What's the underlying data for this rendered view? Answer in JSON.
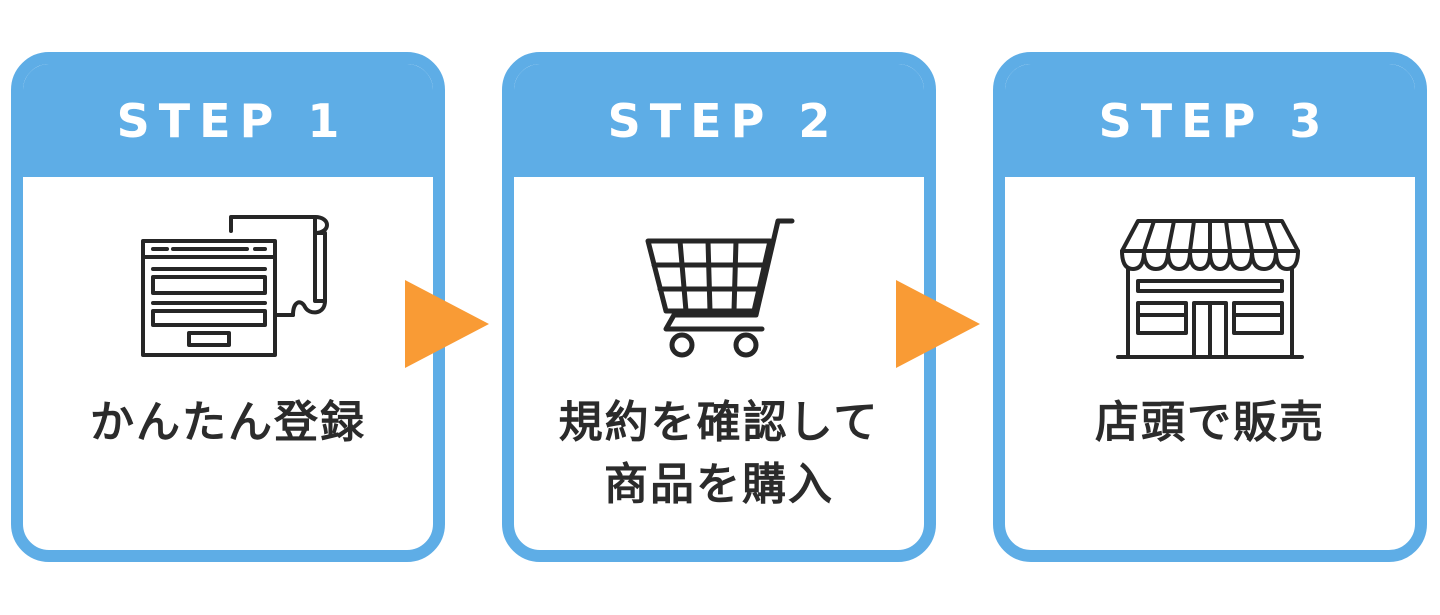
{
  "colors": {
    "card_border": "#5eade6",
    "header_text": "#ffffff",
    "arrow": "#f99b35",
    "icon_stroke": "#262626",
    "label_text": "#2b2b2b"
  },
  "steps": [
    {
      "heading": "STEP 1",
      "icon": "registration-form-icon",
      "label_lines": [
        "かんたん登録"
      ]
    },
    {
      "heading": "STEP 2",
      "icon": "shopping-cart-icon",
      "label_lines": [
        "規約を確認して",
        "商品を購入"
      ]
    },
    {
      "heading": "STEP 3",
      "icon": "storefront-icon",
      "label_lines": [
        "店頭で販売"
      ]
    }
  ],
  "arrows": [
    "arrow-right-icon",
    "arrow-right-icon"
  ]
}
